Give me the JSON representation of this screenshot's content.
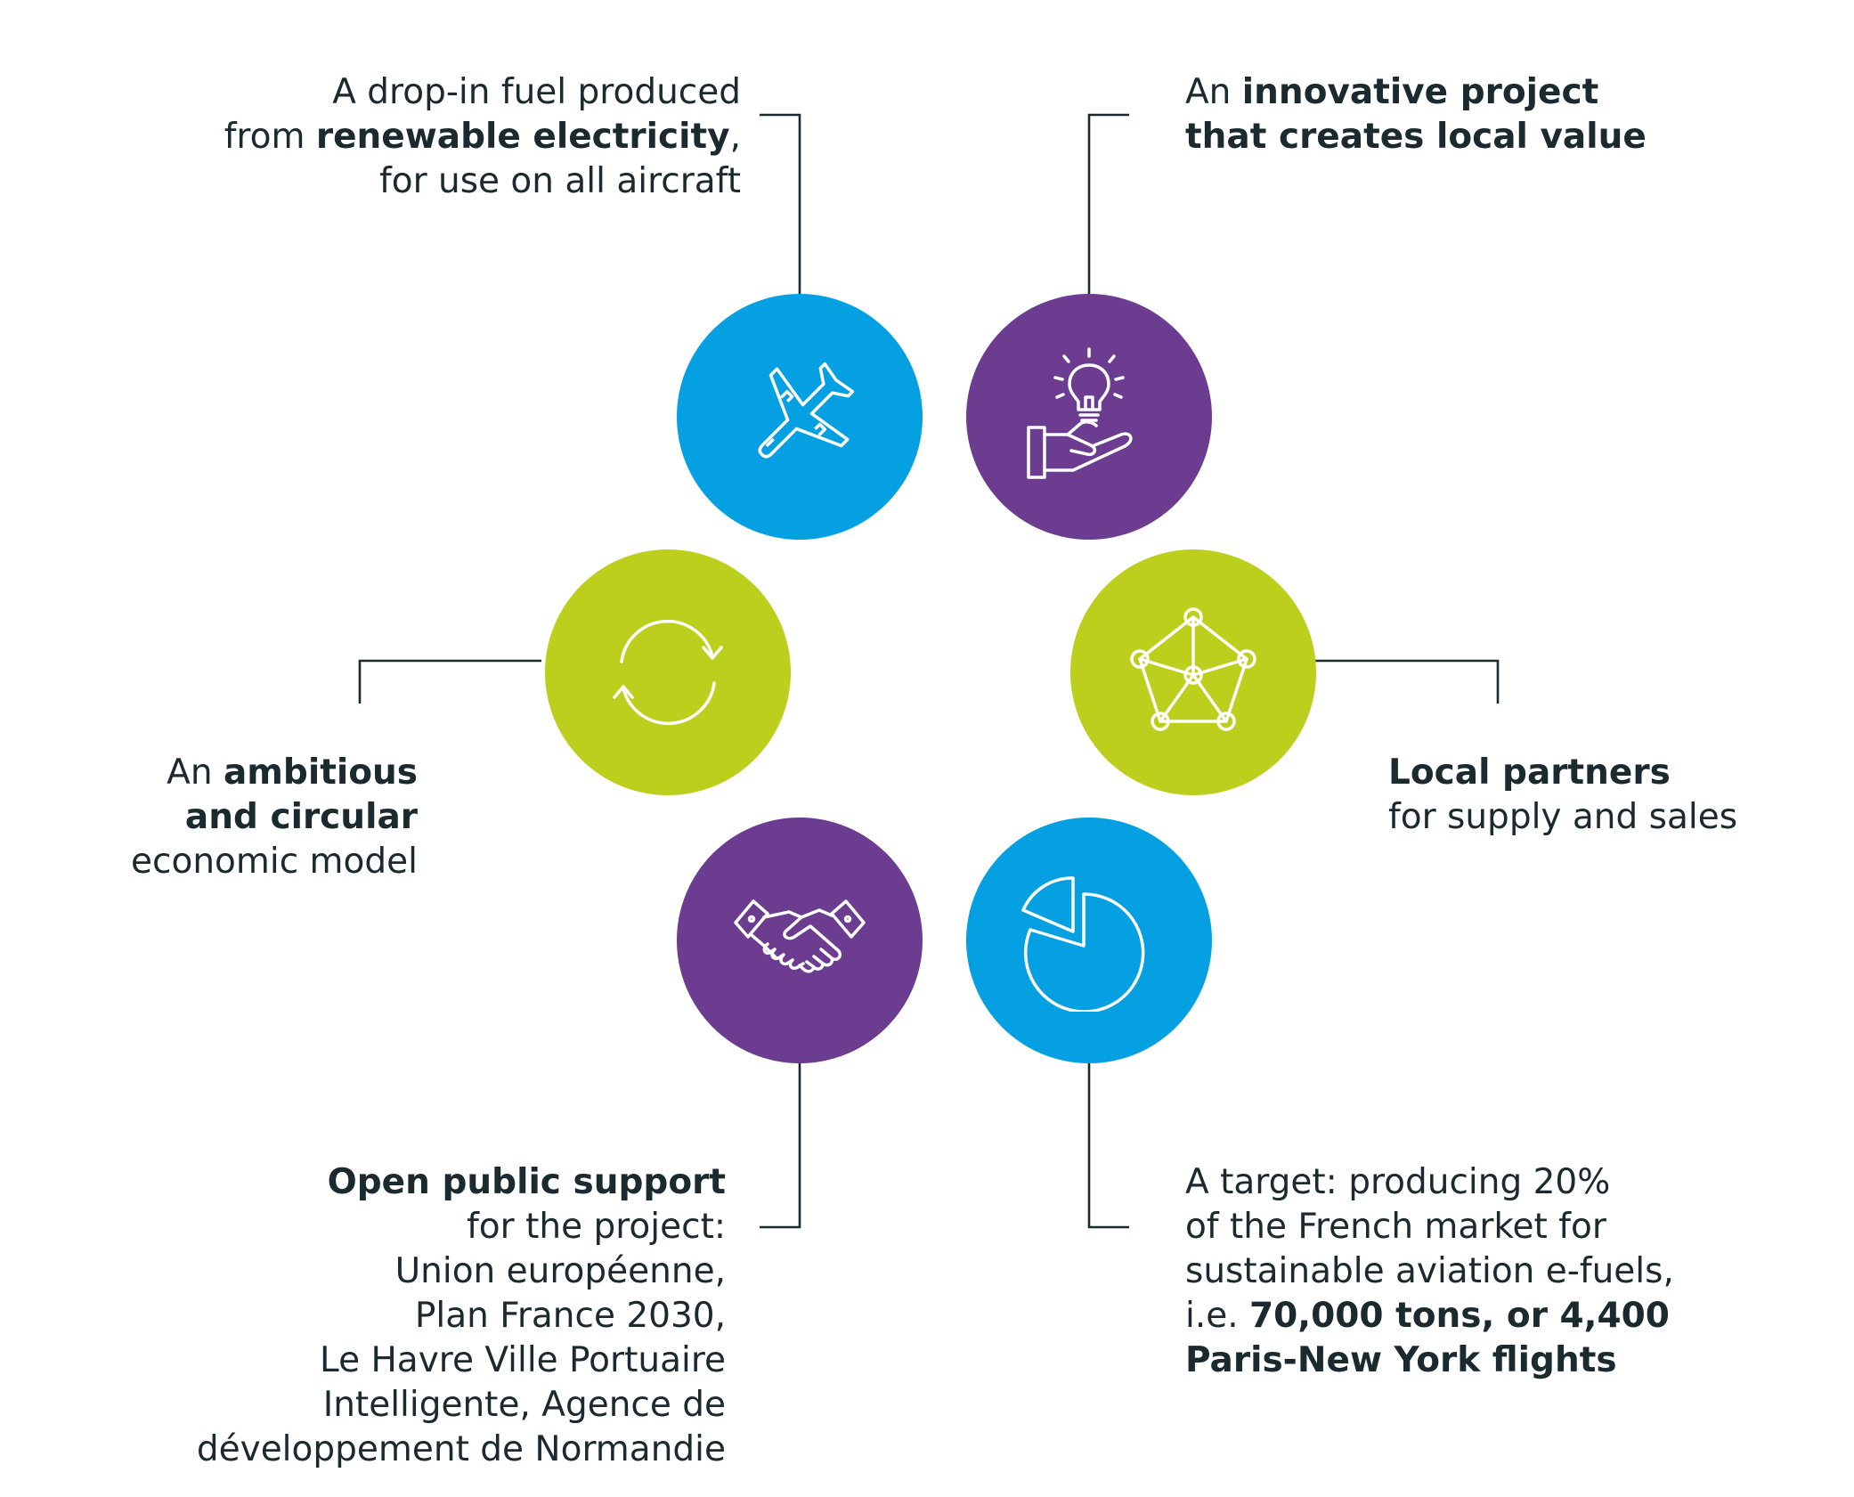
{
  "colors": {
    "blue": "#04a0e1",
    "purple": "#6c3c90",
    "green": "#bccf1c",
    "line": "#1b2a2e"
  },
  "items": [
    {
      "icon": "airplane-icon",
      "color": "blue",
      "lines": [
        [
          {
            "t": "A drop-in fuel produced"
          }
        ],
        [
          {
            "t": "from "
          },
          {
            "t": "renewable electricity",
            "b": true
          },
          {
            "t": ","
          }
        ],
        [
          {
            "t": "for use on all aircraft"
          }
        ]
      ]
    },
    {
      "icon": "hand-lightbulb-icon",
      "color": "purple",
      "lines": [
        [
          {
            "t": "An "
          },
          {
            "t": "innovative project",
            "b": true
          }
        ],
        [
          {
            "t": "that creates local value",
            "b": true
          }
        ]
      ]
    },
    {
      "icon": "recycle-arrows-icon",
      "color": "green",
      "lines": [
        [
          {
            "t": "An "
          },
          {
            "t": "ambitious",
            "b": true
          }
        ],
        [
          {
            "t": "and circular",
            "b": true
          }
        ],
        [
          {
            "t": "economic model"
          }
        ]
      ]
    },
    {
      "icon": "network-nodes-icon",
      "color": "green",
      "lines": [
        [
          {
            "t": "Local partners",
            "b": true
          }
        ],
        [
          {
            "t": "for supply and sales"
          }
        ]
      ]
    },
    {
      "icon": "handshake-icon",
      "color": "purple",
      "lines": [
        [
          {
            "t": "Open public support",
            "b": true
          }
        ],
        [
          {
            "t": "for the project:"
          }
        ],
        [
          {
            "t": "Union européenne,"
          }
        ],
        [
          {
            "t": "Plan France 2030,"
          }
        ],
        [
          {
            "t": "Le Havre Ville Portuaire"
          }
        ],
        [
          {
            "t": "Intelligente, Agence de"
          }
        ],
        [
          {
            "t": "développement de Normandie"
          }
        ]
      ]
    },
    {
      "icon": "pie-chart-icon",
      "color": "blue",
      "lines": [
        [
          {
            "t": "A target: producing 20%"
          }
        ],
        [
          {
            "t": "of the French market for"
          }
        ],
        [
          {
            "t": "sustainable aviation e-fuels,"
          }
        ],
        [
          {
            "t": "i.e. "
          },
          {
            "t": "70,000 tons, or 4,400",
            "b": true
          }
        ],
        [
          {
            "t": "Paris-New York flights",
            "b": true
          }
        ]
      ]
    }
  ]
}
